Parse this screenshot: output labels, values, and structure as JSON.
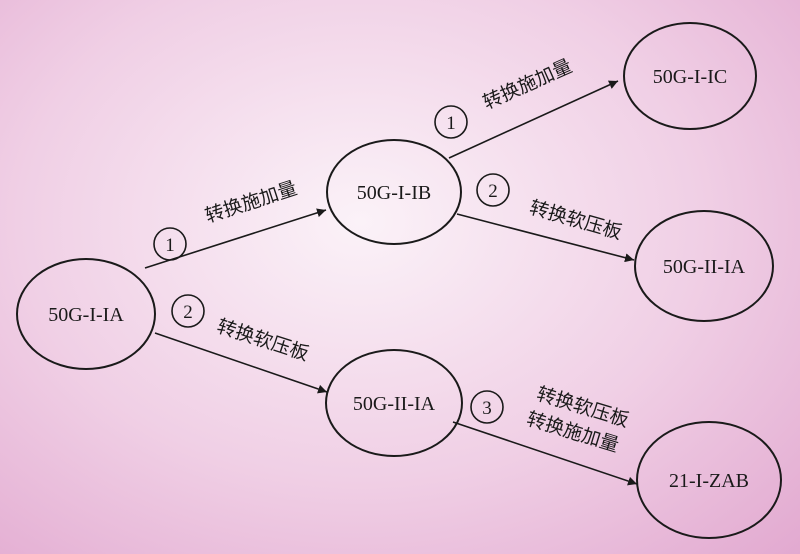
{
  "nodes": [
    {
      "id": "n1",
      "label": "50G-I-IA"
    },
    {
      "id": "n2",
      "label": "50G-I-IB"
    },
    {
      "id": "n3",
      "label": "50G-II-IA"
    },
    {
      "id": "n4",
      "label": "50G-I-IC"
    },
    {
      "id": "n5",
      "label": "50G-II-IA"
    },
    {
      "id": "n6",
      "label": "21-I-ZAB"
    }
  ],
  "edges": [
    {
      "from": "n1",
      "to": "n2",
      "num": "1",
      "lines": [
        "转换施加量"
      ]
    },
    {
      "from": "n1",
      "to": "n3",
      "num": "2",
      "lines": [
        "转换软压板"
      ]
    },
    {
      "from": "n2",
      "to": "n4",
      "num": "1",
      "lines": [
        "转换施加量"
      ]
    },
    {
      "from": "n2",
      "to": "n5",
      "num": "2",
      "lines": [
        "转换软压板"
      ]
    },
    {
      "from": "n3",
      "to": "n6",
      "num": "3",
      "lines": [
        "转换软压板",
        "转换施加量"
      ]
    }
  ]
}
